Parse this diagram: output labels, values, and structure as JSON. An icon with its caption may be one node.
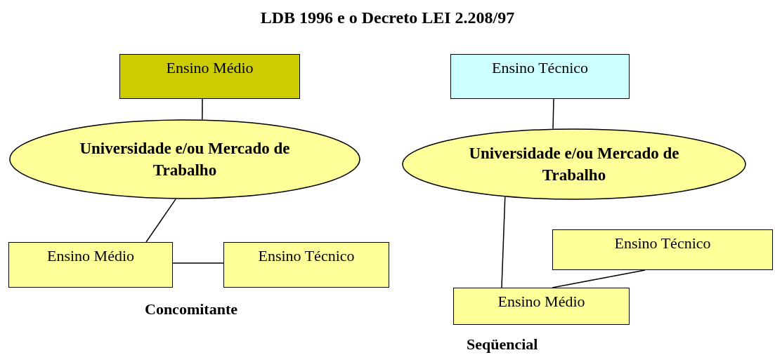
{
  "diagram": {
    "title": "LDB 1996 e o Decreto LEI 2.208/97",
    "nodes": [
      {
        "text": [
          "Ensino Médio"
        ]
      },
      {
        "text": [
          "Universidade e/ou Mercado de Trabalho"
        ]
      },
      {
        "text": [
          "Ensino Médio"
        ]
      },
      {
        "text": [
          "Ensino Técnico"
        ]
      },
      {
        "text": [
          "Ensino Técnico"
        ]
      },
      {
        "text": [
          "Universidade e/ou Mercado de Trabalho"
        ]
      },
      {
        "text": [
          "Ensino Técnico"
        ]
      },
      {
        "text": [
          "Ensino Médio"
        ]
      }
    ],
    "edges": [
      {
        "from": 0,
        "to": 1,
        "arrow": "none"
      },
      {
        "from": 1,
        "to": 2,
        "arrow": "none"
      },
      {
        "from": 2,
        "to": 3,
        "arrow": "none"
      },
      {
        "from": 4,
        "to": 5,
        "arrow": "none"
      },
      {
        "from": 5,
        "to": 7,
        "arrow": "none"
      },
      {
        "from": 6,
        "to": 7,
        "arrow": "none"
      }
    ],
    "labels": [
      "Concomitante",
      "Seqüencial"
    ]
  }
}
